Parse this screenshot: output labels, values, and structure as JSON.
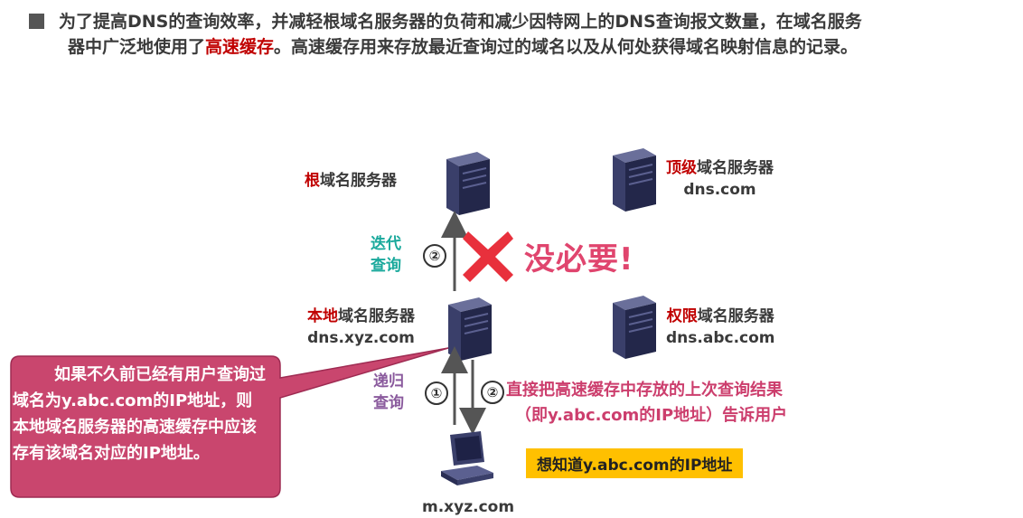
{
  "header": {
    "line1": "为了提高DNS的查询效率，并减轻根域名服务器的负荷和减少因特网上的DNS查询报文数量，在域名服务",
    "line2_pre": "器中广泛地使用了",
    "line2_hl": "高速缓存",
    "line2_post": "。高速缓存用来存放最近查询过的域名以及从何处获得域名映射信息的记录。"
  },
  "servers": {
    "root": {
      "prefix": "根",
      "suffix": "域名服务器"
    },
    "tld": {
      "prefix": "顶级",
      "suffix": "域名服务器",
      "host": "dns.com"
    },
    "local": {
      "prefix": "本地",
      "suffix": "域名服务器",
      "host": "dns.xyz.com"
    },
    "auth": {
      "prefix": "权限",
      "suffix": "域名服务器",
      "host": "dns.abc.com"
    }
  },
  "client": {
    "host": "m.xyz.com"
  },
  "iterative": {
    "line1": "迭代",
    "line2": "查询",
    "step": "②"
  },
  "recursive": {
    "line1": "递归",
    "line2": "查询",
    "step": "①"
  },
  "not_necessary": "没必要!",
  "answer": {
    "step": "②",
    "line1": "直接把高速缓存中存放的上次查询结果",
    "line2": "（即y.abc.com的IP地址）告诉用户"
  },
  "want": "想知道y.abc.com的IP地址",
  "callout": "如果不久前已经有用户查询过域名为y.abc.com的IP地址，则本地域名服务器的高速缓存中应该存有该域名对应的IP地址。",
  "colors": {
    "red": "#c00000",
    "teal": "#1aa99c",
    "purple": "#8a5a9d",
    "pink": "#cc3e6d",
    "callout": "#c9466e",
    "yellow": "#ffc000"
  }
}
